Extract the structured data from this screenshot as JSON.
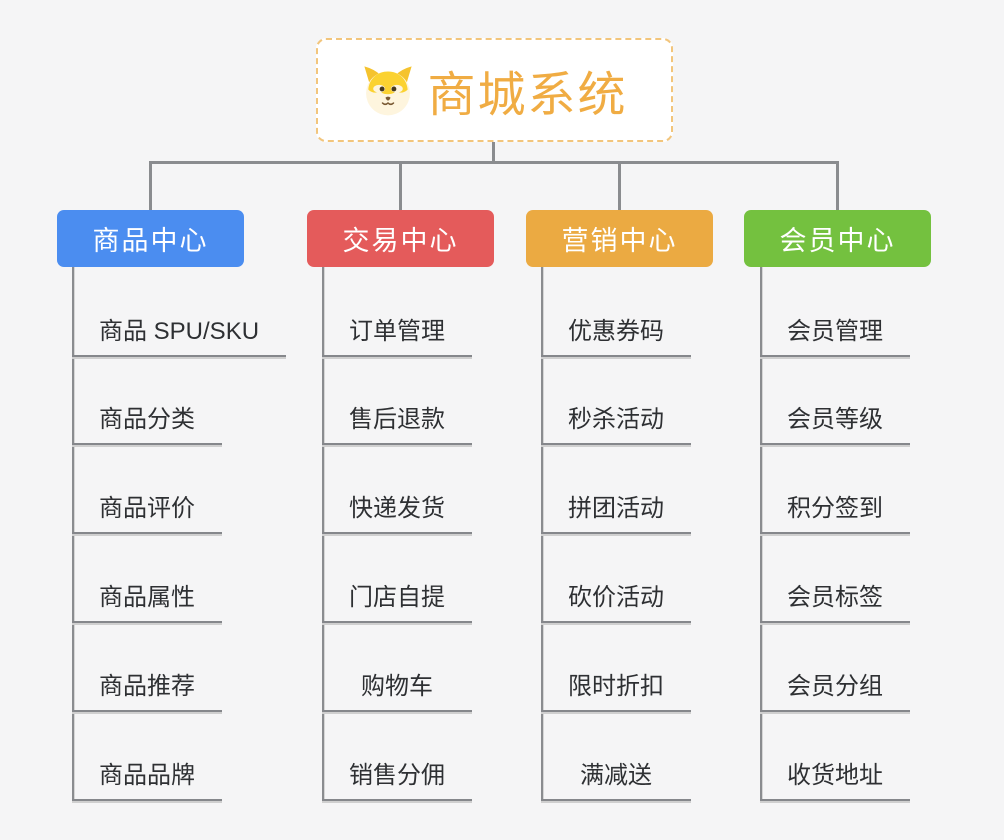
{
  "canvas": {
    "background_color": "#f5f5f6",
    "connector_color": "#8A8C8F"
  },
  "root": {
    "title": "商城系统",
    "icon": "shiba-dog-icon",
    "text_color": "#F0AC43",
    "border_color": "#F2C57C"
  },
  "branches": [
    {
      "label": "商品中心",
      "color": "#4B8DF0",
      "items": [
        "商品 SPU/SKU",
        "商品分类",
        "商品评价",
        "商品属性",
        "商品推荐",
        "商品品牌"
      ]
    },
    {
      "label": "交易中心",
      "color": "#E45B5B",
      "items": [
        "订单管理",
        "售后退款",
        "快递发货",
        "门店自提",
        "购物车",
        "销售分佣"
      ]
    },
    {
      "label": "营销中心",
      "color": "#EBAA42",
      "items": [
        "优惠券码",
        "秒杀活动",
        "拼团活动",
        "砍价活动",
        "限时折扣",
        "满减送"
      ]
    },
    {
      "label": "会员中心",
      "color": "#74C13F",
      "items": [
        "会员管理",
        "会员等级",
        "积分签到",
        "会员标签",
        "会员分组",
        "收货地址"
      ]
    }
  ]
}
